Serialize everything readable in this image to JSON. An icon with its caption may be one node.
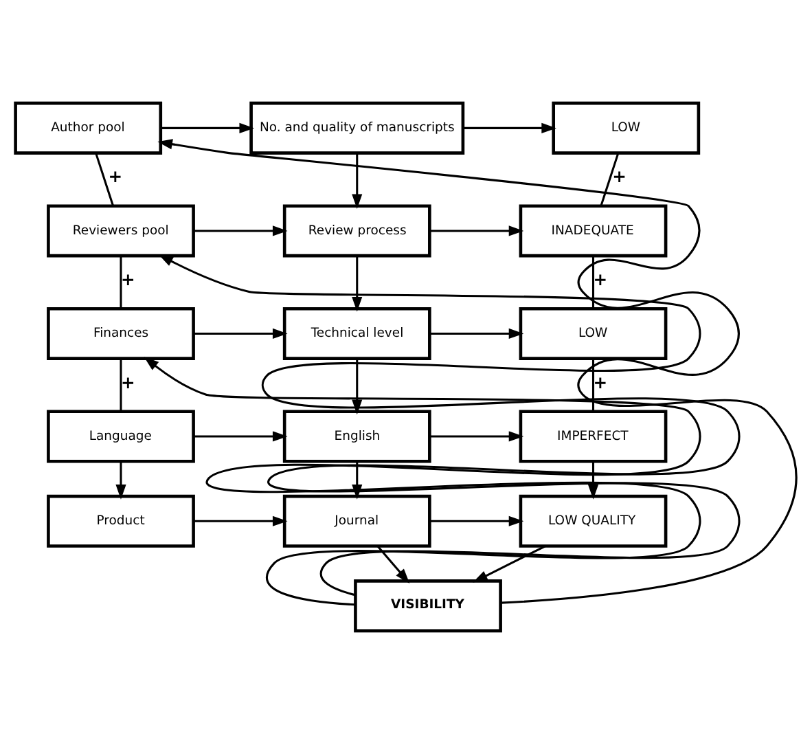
{
  "diagram": {
    "nodes": [
      {
        "text": [
          "Author pool"
        ]
      },
      {
        "text": [
          "No. and quality of manuscripts"
        ]
      },
      {
        "text": [
          "LOW"
        ]
      },
      {
        "text": [
          "Reviewers pool"
        ]
      },
      {
        "text": [
          "Review process"
        ]
      },
      {
        "text": [
          "INADEQUATE"
        ]
      },
      {
        "text": [
          "Finances"
        ]
      },
      {
        "text": [
          "Technical level"
        ]
      },
      {
        "text": [
          "LOW"
        ]
      },
      {
        "text": [
          "Language"
        ]
      },
      {
        "text": [
          "English"
        ]
      },
      {
        "text": [
          "IMPERFECT"
        ]
      },
      {
        "text": [
          "Product"
        ]
      },
      {
        "text": [
          "Journal"
        ]
      },
      {
        "text": [
          "LOW QUALITY"
        ]
      },
      {
        "text": [
          "VISIBILITY"
        ]
      }
    ],
    "edges": [
      {
        "from": 0,
        "to": 1,
        "arrow": "to"
      },
      {
        "from": 1,
        "to": 2,
        "arrow": "to"
      },
      {
        "from": 0,
        "to": 3,
        "arrow": "none",
        "label": "+"
      },
      {
        "from": 1,
        "to": 4,
        "arrow": "to"
      },
      {
        "from": 2,
        "to": 5,
        "arrow": "none",
        "label": "+"
      },
      {
        "from": 3,
        "to": 4,
        "arrow": "to"
      },
      {
        "from": 4,
        "to": 5,
        "arrow": "to"
      },
      {
        "from": 3,
        "to": 6,
        "arrow": "none",
        "label": "+"
      },
      {
        "from": 4,
        "to": 7,
        "arrow": "to"
      },
      {
        "from": 5,
        "to": 8,
        "arrow": "none",
        "label": "+"
      },
      {
        "from": 6,
        "to": 7,
        "arrow": "to"
      },
      {
        "from": 7,
        "to": 8,
        "arrow": "to"
      },
      {
        "from": 6,
        "to": 9,
        "arrow": "none",
        "label": "+"
      },
      {
        "from": 7,
        "to": 10,
        "arrow": "to"
      },
      {
        "from": 8,
        "to": 11,
        "arrow": "none",
        "label": "+"
      },
      {
        "from": 9,
        "to": 10,
        "arrow": "to"
      },
      {
        "from": 10,
        "to": 11,
        "arrow": "to"
      },
      {
        "from": 9,
        "to": 12,
        "arrow": "to"
      },
      {
        "from": 10,
        "to": 13,
        "arrow": "to"
      },
      {
        "from": 11,
        "to": 14,
        "arrow": "to"
      },
      {
        "from": 12,
        "to": 13,
        "arrow": "to"
      },
      {
        "from": 13,
        "to": 14,
        "arrow": "to"
      },
      {
        "from": 13,
        "to": 15,
        "arrow": "to"
      },
      {
        "from": 14,
        "to": 15,
        "arrow": "to"
      },
      {
        "from": 15,
        "to": 0,
        "arrow": "to"
      },
      {
        "from": 15,
        "to": 3,
        "arrow": "to"
      },
      {
        "from": 15,
        "to": 6,
        "arrow": "to"
      }
    ]
  }
}
